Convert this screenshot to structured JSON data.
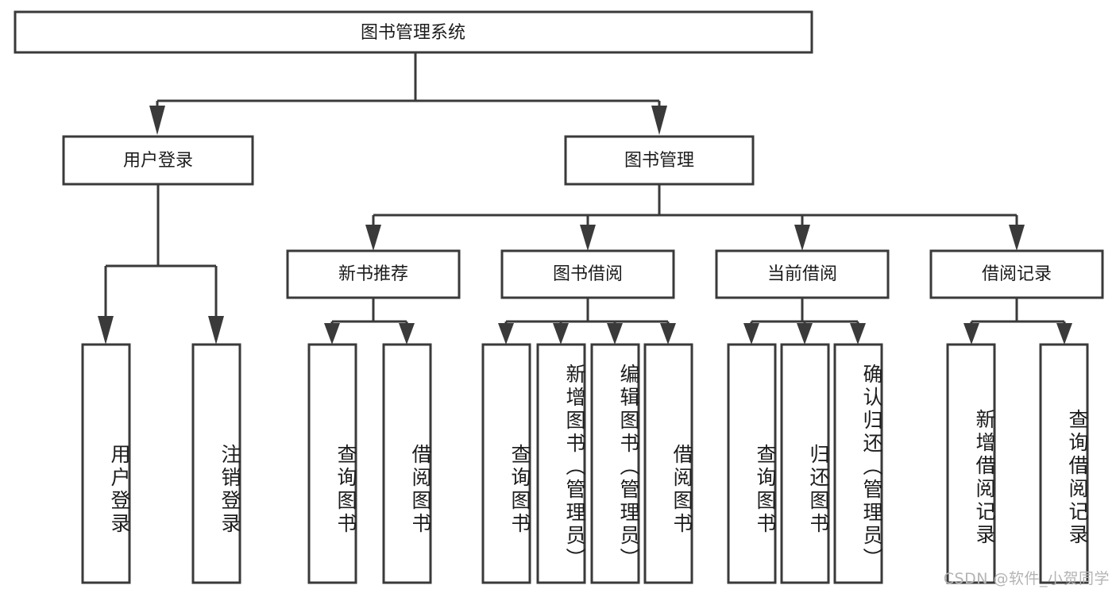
{
  "diagram": {
    "title": "图书管理系统",
    "type": "hierarchy-tree",
    "watermark": "CSDN @软件_小贺同学",
    "colors": {
      "stroke": "#3a3a3a",
      "box_fill": "#ffffff",
      "text": "#1c1c1c",
      "background": "#ffffff",
      "watermark": "#b4b4b4"
    },
    "root": {
      "label": "图书管理系统"
    },
    "level2": [
      {
        "label": "用户登录"
      },
      {
        "label": "图书管理"
      }
    ],
    "level3": [
      {
        "label": "新书推荐"
      },
      {
        "label": "图书借阅"
      },
      {
        "label": "当前借阅"
      },
      {
        "label": "借阅记录"
      }
    ],
    "leaves": {
      "user_login": [
        {
          "label": "用户登录"
        },
        {
          "label": "注销登录"
        }
      ],
      "new_book_recommend": [
        {
          "label": "查询图书"
        },
        {
          "label": "借阅图书"
        }
      ],
      "book_borrow": [
        {
          "label": "查询图书"
        },
        {
          "label": "新增图书（管理员）"
        },
        {
          "label": "编辑图书（管理员）"
        },
        {
          "label": "借阅图书"
        }
      ],
      "current_borrow": [
        {
          "label": "查询图书"
        },
        {
          "label": "归还图书"
        },
        {
          "label": "确认归还（管理员）"
        }
      ],
      "borrow_record": [
        {
          "label": "新增借阅记录"
        },
        {
          "label": "查询借阅记录"
        }
      ]
    }
  }
}
